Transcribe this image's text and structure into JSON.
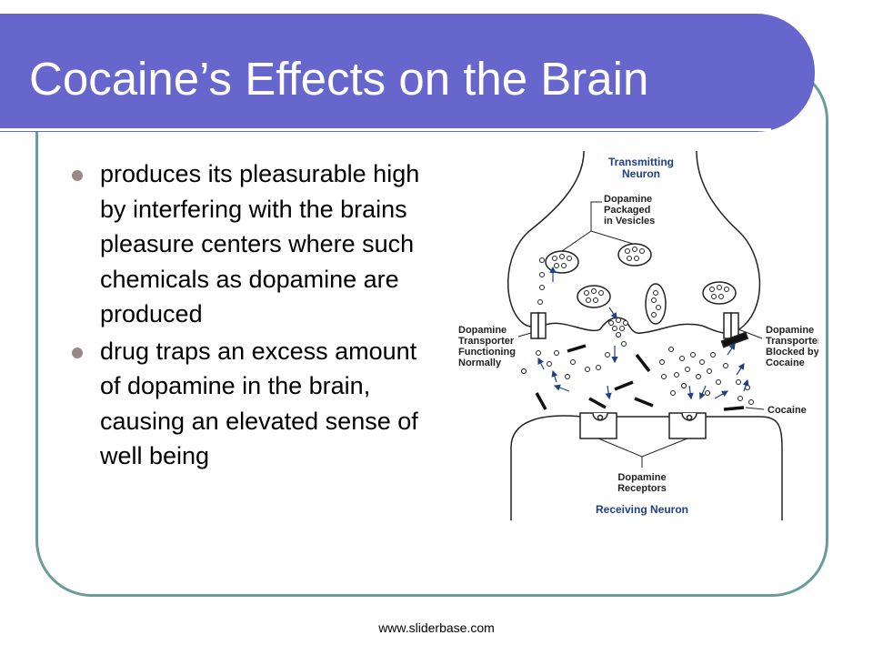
{
  "slide": {
    "title": "Cocaine’s Effects on the Brain",
    "bullets": [
      "produces its pleasurable high by interfering with the brains pleasure centers where such chemicals as dopamine are produced",
      "drug traps an excess amount of dopamine in the brain, causing an elevated sense of well being"
    ],
    "footer": "www.sliderbase.com"
  },
  "diagram": {
    "labels": {
      "transmitting_neuron": [
        "Transmitting",
        "Neuron"
      ],
      "dopamine_vesicles": [
        "Dopamine",
        "Packaged",
        "in Vesicles"
      ],
      "transporter_normal": [
        "Dopamine",
        "Transporter",
        "Functioning",
        "Normally"
      ],
      "transporter_blocked": [
        "Dopamine",
        "Transporter",
        "Blocked by",
        "Cocaine"
      ],
      "cocaine": [
        "Cocaine"
      ],
      "dopamine_receptors": [
        "Dopamine",
        "Receptors"
      ],
      "receiving_neuron": [
        "Receiving Neuron"
      ]
    },
    "colors": {
      "neuron_label": "#1f3f86",
      "line": "#222222",
      "arrow": "#1f3f86"
    }
  }
}
